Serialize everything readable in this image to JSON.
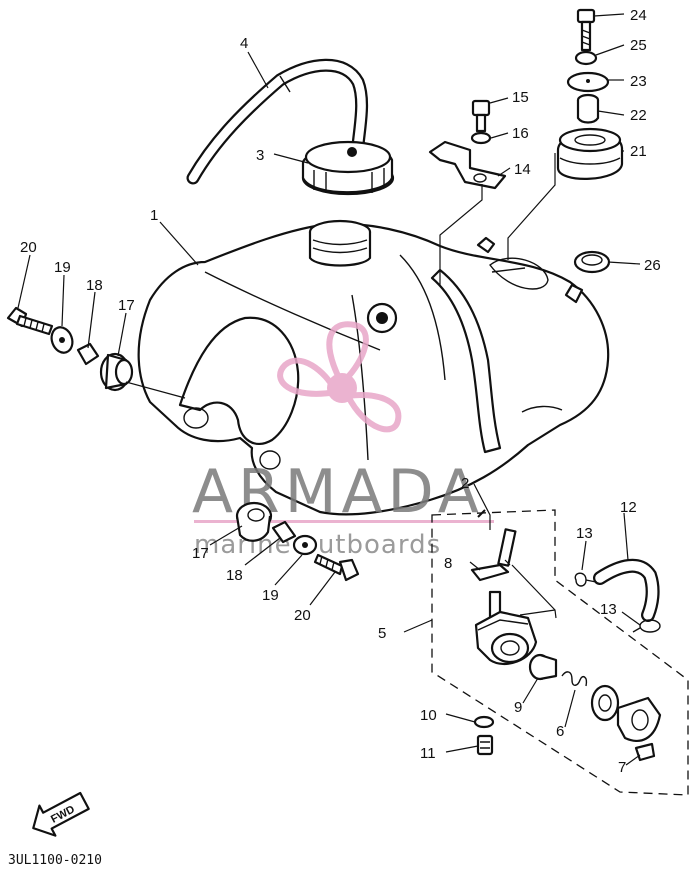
{
  "diagram": {
    "code": "3UL1100-0210",
    "direction_label": "FWD",
    "watermark": {
      "brand": "ARMADA",
      "tagline": "marine outboards",
      "accent_color": "#e8a6c8",
      "text_color": "#7a7a7a"
    },
    "callouts": {
      "p1": "1",
      "p2": "2",
      "p3": "3",
      "p4": "4",
      "p5": "5",
      "p6": "6",
      "p7": "7",
      "p8": "8",
      "p9": "9",
      "p10": "10",
      "p11": "11",
      "p12": "12",
      "p13a": "13",
      "p13b": "13",
      "p14": "14",
      "p15": "15",
      "p16": "16",
      "p17a": "17",
      "p17b": "17",
      "p18a": "18",
      "p18b": "18",
      "p19a": "19",
      "p19b": "19",
      "p20a": "20",
      "p20b": "20",
      "p21": "21",
      "p22": "22",
      "p23": "23",
      "p24": "24",
      "p25": "25",
      "p26": "26"
    }
  }
}
